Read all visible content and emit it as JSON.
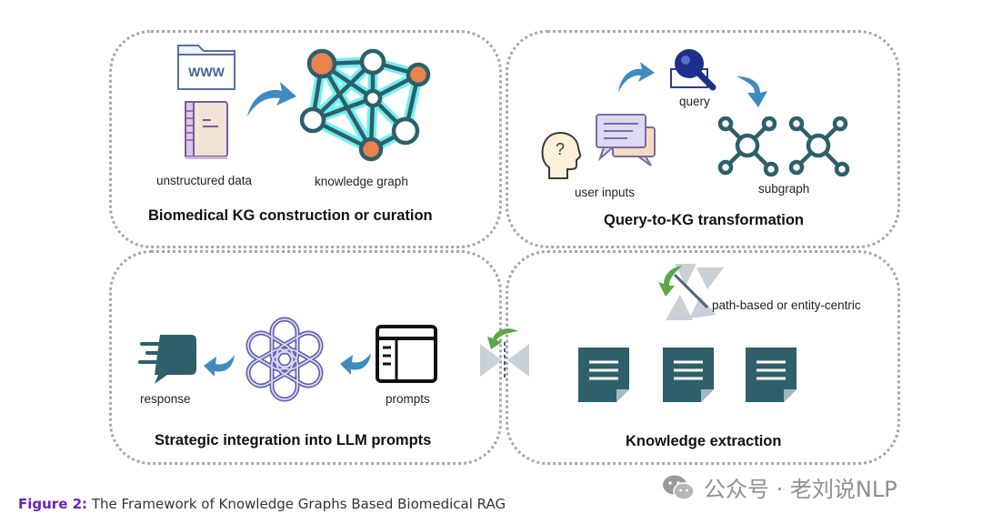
{
  "panels": {
    "kg_construction": {
      "title": "Biomedical KG construction or curation",
      "labels": {
        "unstructured": "unstructured data",
        "kg": "knowledge graph"
      },
      "icons": [
        "www-folder-icon",
        "book-icon",
        "curved-arrow-icon",
        "knowledge-graph-icon"
      ]
    },
    "query_transformation": {
      "title": "Query-to-KG transformation",
      "labels": {
        "query": "query",
        "user_inputs": "user inputs",
        "subgraph": "subgraph"
      },
      "icons": [
        "thinking-head-icon",
        "chat-bubbles-icon",
        "magnifier-icon",
        "subgraph-icon"
      ]
    },
    "llm_integration": {
      "title": "Strategic integration into LLM prompts",
      "labels": {
        "response": "response",
        "prompts": "prompts"
      },
      "icons": [
        "response-speech-icon",
        "openai-logo-icon",
        "prompt-window-icon"
      ]
    },
    "knowledge_extraction": {
      "title": "Knowledge extraction",
      "labels": {
        "path": "path-based or entity-centric"
      },
      "icons": [
        "hourglass-arrow-icon",
        "document-icon"
      ]
    }
  },
  "caption": {
    "figure": "Figure 2:",
    "text": " The Framework of Knowledge Graphs Based Biomedical RAG"
  },
  "watermark": "公众号 · 老刘说NLP",
  "colors": {
    "teal": "#2e5f6b",
    "orange": "#e8834e",
    "cyan_glow": "#6ff1f4",
    "blue_arrow": "#3f8bc0",
    "lavender": "#6060b0",
    "purple_caption": "#6a22b8",
    "panel_border": "#a3aaa7"
  }
}
